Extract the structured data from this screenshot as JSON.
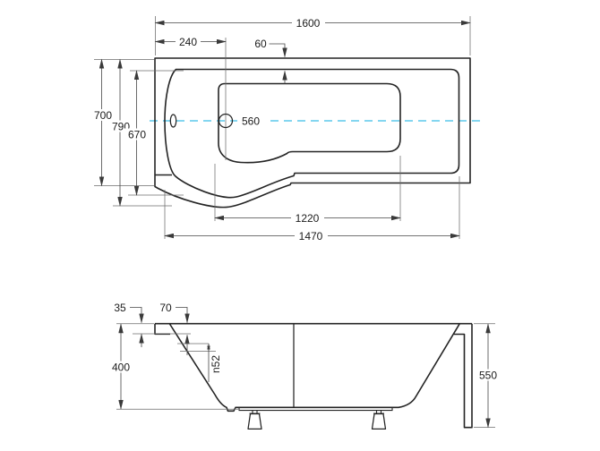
{
  "colors": {
    "line": "#242424",
    "dimension": "#464646",
    "centerline": "#5cc9ec",
    "text": "#1b1b1b",
    "background": "#ffffff"
  },
  "top_view": {
    "dims": {
      "overall_length": "1600",
      "drain_offset": "240",
      "rim_gap": "60",
      "overall_width": "700",
      "max_width": "790",
      "inner_width": "670",
      "interior_width_at_drain": "560",
      "interior_bottom_length": "1220",
      "bottom_length": "1470"
    }
  },
  "side_view": {
    "dims": {
      "rim_thickness": "35",
      "rim_width": "70",
      "shell_depth": "400",
      "drain_hole_diameter": "n52",
      "total_height": "550"
    }
  }
}
